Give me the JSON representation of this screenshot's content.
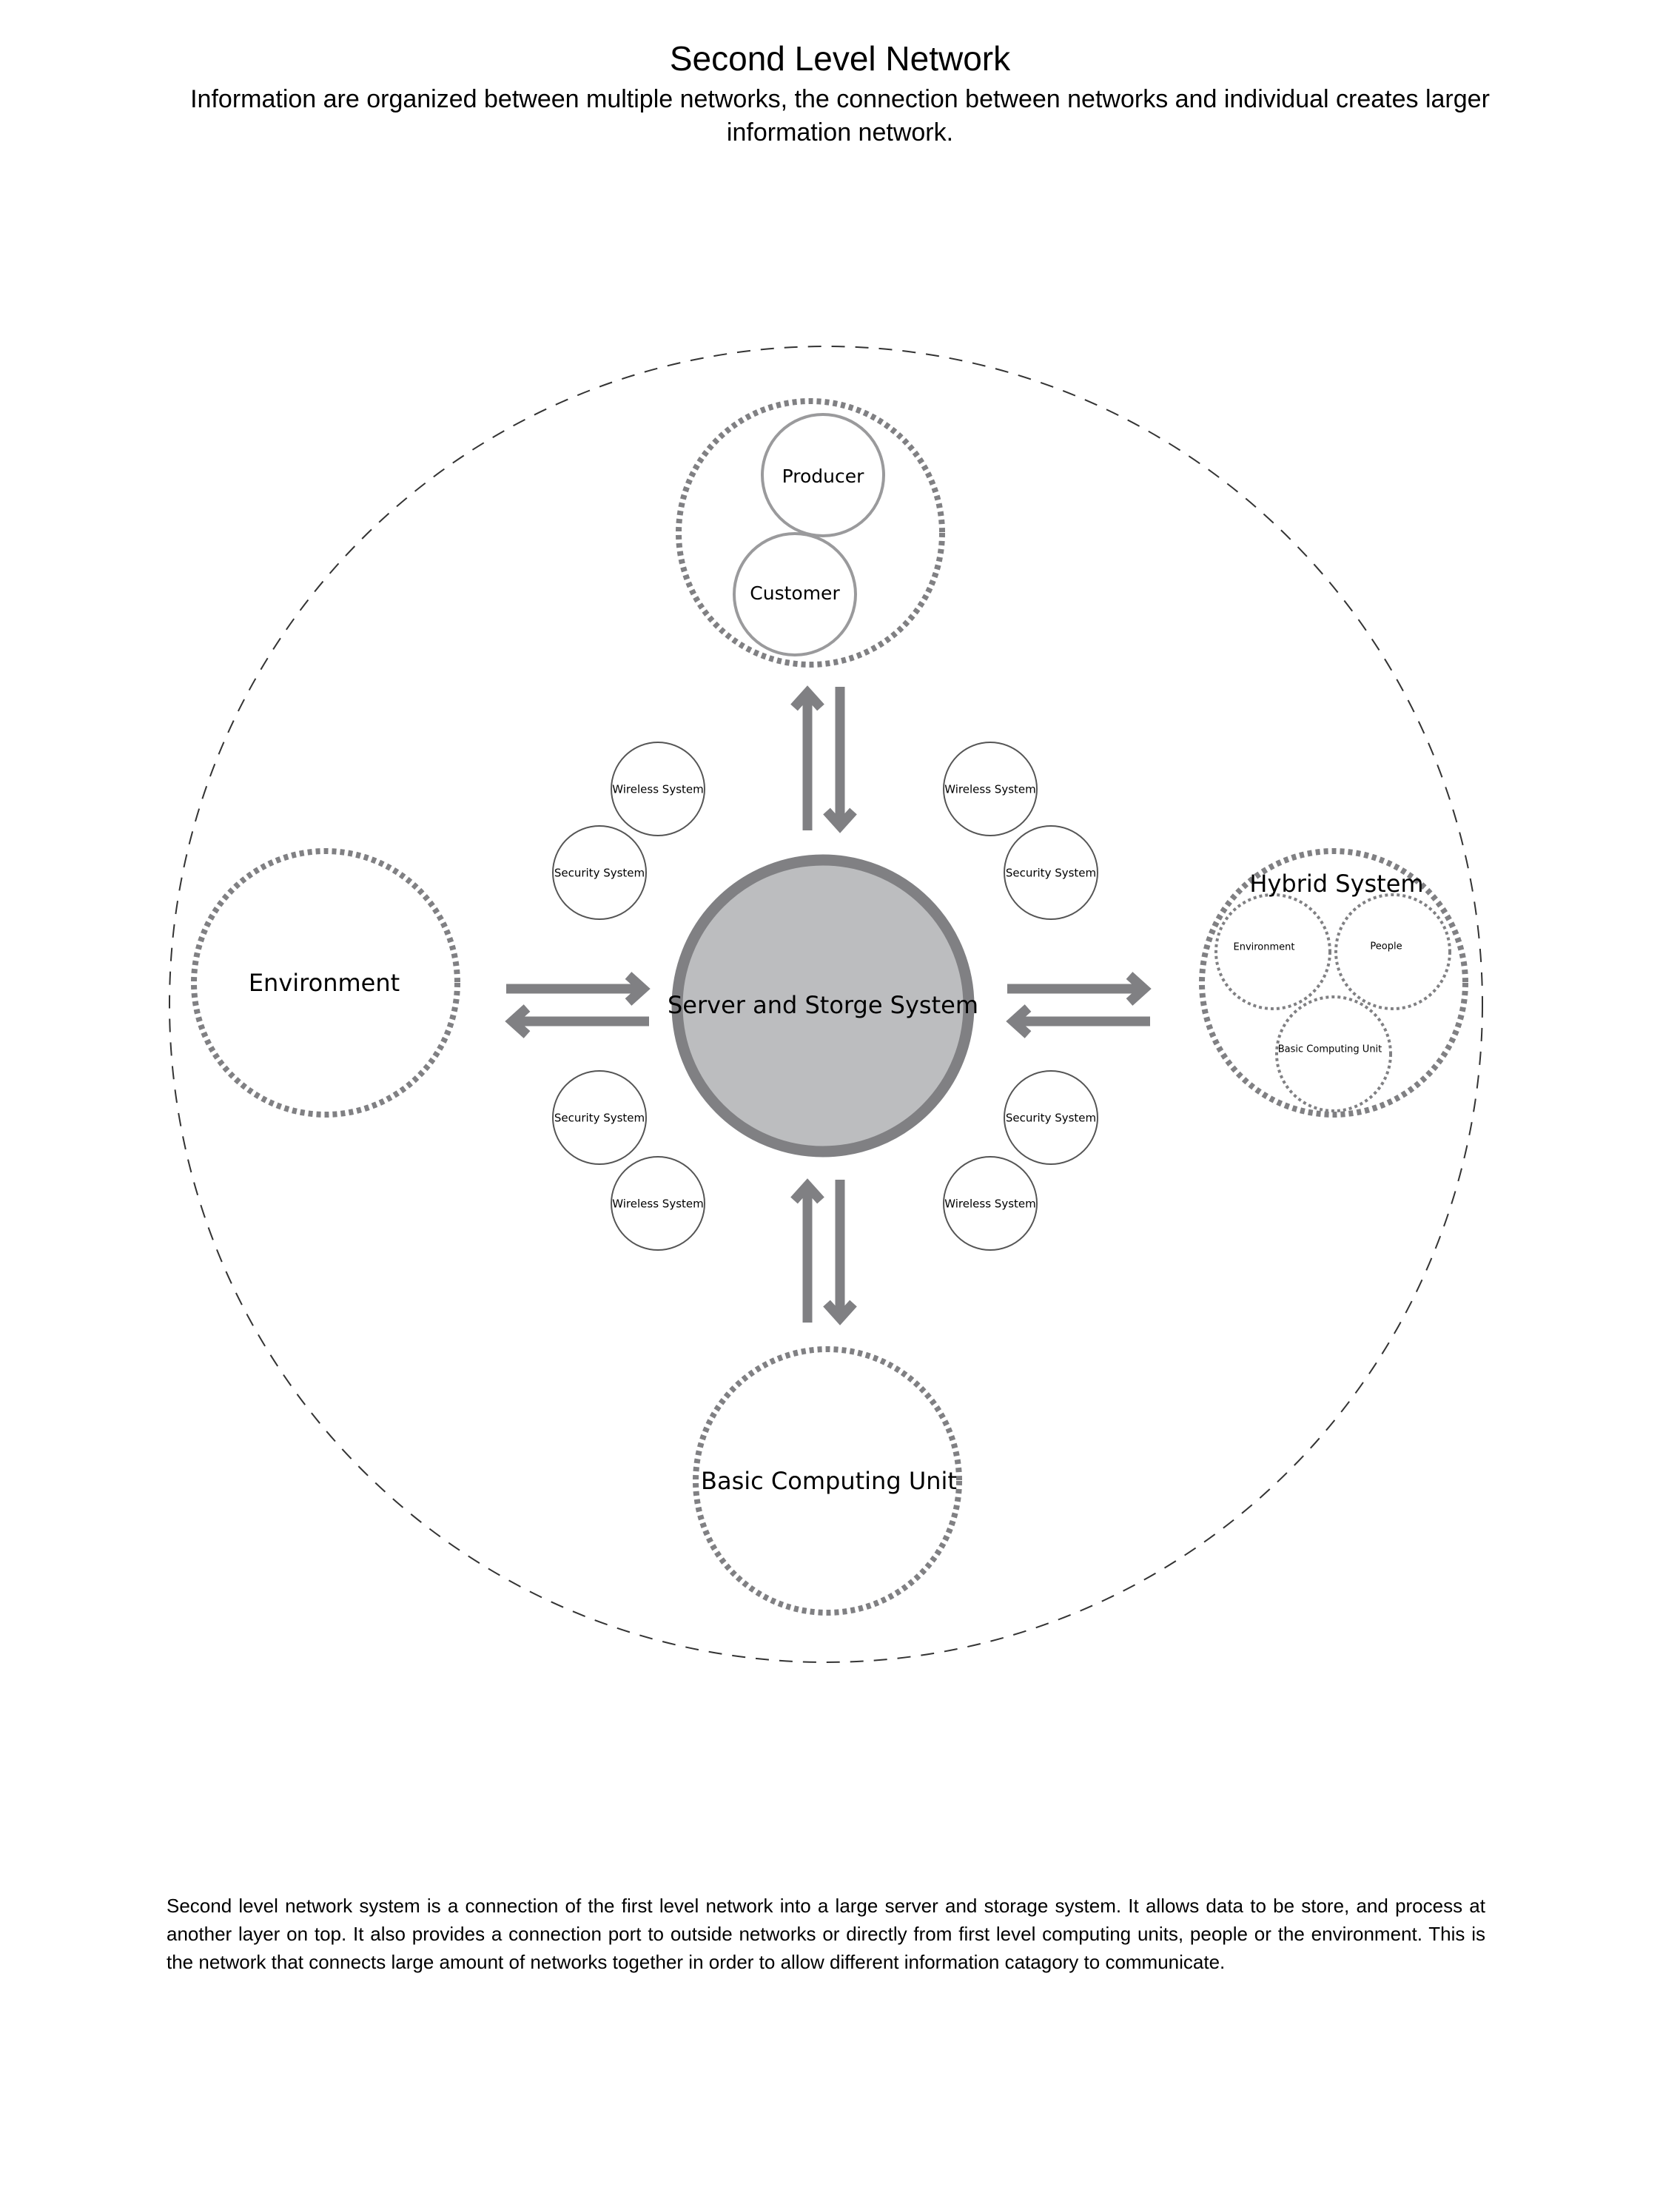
{
  "header": {
    "title": "Second Level Network",
    "subtitle": "Information are organized between multiple networks, the connection between networks and individual creates larger information network."
  },
  "diagram": {
    "center": "Server and Storge System",
    "top_group": {
      "producer": "Producer",
      "customer": "Customer"
    },
    "left": "Environment",
    "bottom": "Basic Computing Unit",
    "hybrid": {
      "title": "Hybrid System",
      "environment": "Environment",
      "people": "People",
      "basic_computing_unit": "Basic Computing Unit"
    },
    "satellites": {
      "wireless_tl": "Wireless System",
      "security_tl": "Security System",
      "wireless_tr": "Wireless System",
      "security_tr": "Security System",
      "security_bl": "Security System",
      "wireless_bl": "Wireless System",
      "security_br": "Security System",
      "wireless_br": "Wireless System"
    },
    "colors": {
      "gray": "#808083",
      "center_fill": "#bcbdbf",
      "light_stroke": "#9a9a9c"
    }
  },
  "footer": {
    "paragraph": "Second level network system is a connection of the first level network into a large server and storage system. It allows data to be store, and process at another layer on top. It also provides a connection port to outside networks or directly from first level computing units, people or the environment. This is the network that connects large amount of networks together in order to allow different information catagory to communicate."
  }
}
